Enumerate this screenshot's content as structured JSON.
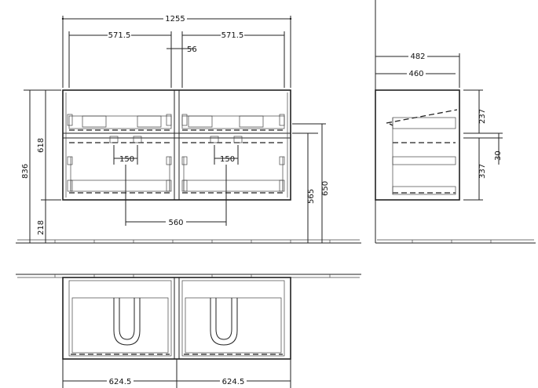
{
  "dimensions": {
    "total_width": "1255",
    "half_width_left": "571.5",
    "half_width_right": "571.5",
    "center_gap": "56",
    "total_height": "836",
    "body_height": "618",
    "leg_height": "218",
    "basin_spacing_left": "150",
    "basin_spacing_right": "150",
    "basin_distance": "560",
    "drain_height": "565",
    "top_height": "650",
    "depth_top": "482",
    "depth_body": "460",
    "upper_drawer": "237",
    "gap": "30",
    "lower_drawer": "337",
    "plan_left": "624.5",
    "plan_right": "624.5"
  }
}
